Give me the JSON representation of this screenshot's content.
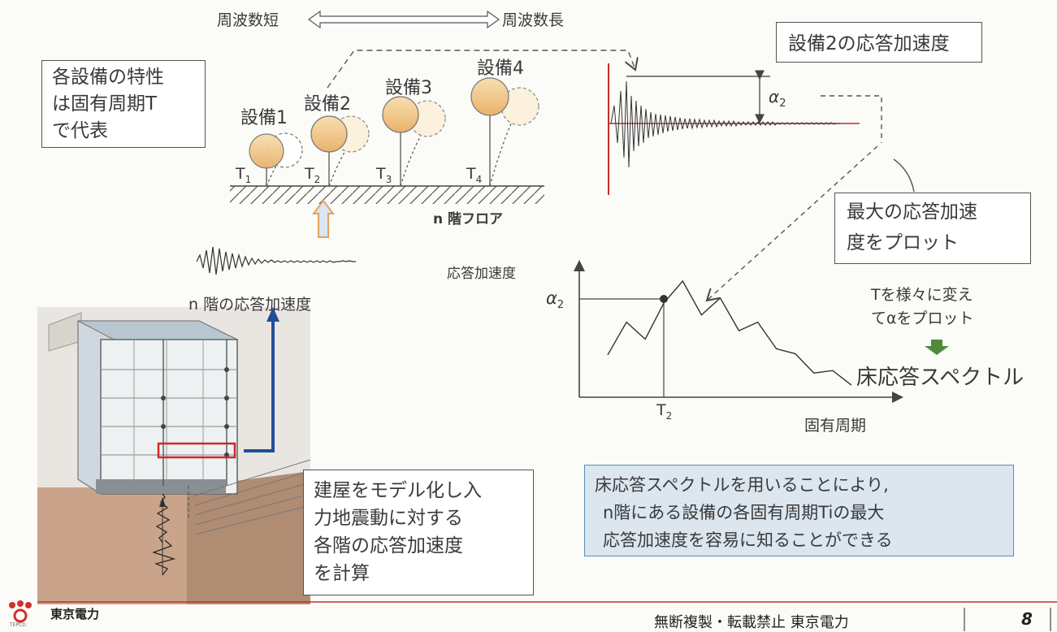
{
  "top_arrow": {
    "left": "周波数短",
    "right": "周波数長"
  },
  "note_characteristics": [
    "各設備の特性",
    "は固有周期T",
    "で代表"
  ],
  "equipment": [
    {
      "label": "設備1",
      "period": "T",
      "sub": "1"
    },
    {
      "label": "設備2",
      "period": "T",
      "sub": "2"
    },
    {
      "label": "設備3",
      "period": "T",
      "sub": "3"
    },
    {
      "label": "設備4",
      "period": "T",
      "sub": "4"
    }
  ],
  "floor_label": "n 階フロア",
  "floor_accel_label": "n 階の応答加速度",
  "response_title": "設備2の応答加速度",
  "alpha_label": "α",
  "alpha_sub": "2",
  "plot_note": [
    "最大の応答加速",
    "度をプロット"
  ],
  "graph": {
    "ylabel": "応答加速度",
    "xlabel": "固有周期",
    "alpha_tick": "α",
    "alpha_tick_sub": "2",
    "t_tick": "T",
    "t_tick_sub": "2"
  },
  "vary_note": [
    "Tを様々に変え",
    "てαをプロット"
  ],
  "spectrum_label": "床応答スペクトル",
  "building_note": [
    "建屋をモデル化し入",
    "力地震動に対する",
    "各階の応答加速度",
    "を計算"
  ],
  "conclusion": [
    "床応答スペクトルを用いることにより,",
    "n階にある設備の各固有周期Tiの最大",
    "応答加速度を容易に知ることができる"
  ],
  "footer": {
    "company": "東京電力",
    "company_sub": "TEPCO",
    "copyright": "無断複製・転載禁止 東京電力",
    "page": "8"
  },
  "colors": {
    "accent_red": "#c03028",
    "ball_fill": "#f2c98a",
    "arrow_blue": "#1f4f9a",
    "info_bg": "#dbe6ef"
  },
  "chart_data": {
    "type": "line",
    "title": "",
    "xlabel": "固有周期",
    "ylabel": "応答加速度",
    "series": [
      {
        "values": [
          0.35,
          0.62,
          0.48,
          0.78,
          0.96,
          0.68,
          0.82,
          0.55,
          0.62,
          0.4,
          0.36,
          0.2,
          0.22,
          0.1
        ]
      }
    ],
    "marked_point": {
      "x_label": "T2",
      "y_label": "α2"
    }
  }
}
